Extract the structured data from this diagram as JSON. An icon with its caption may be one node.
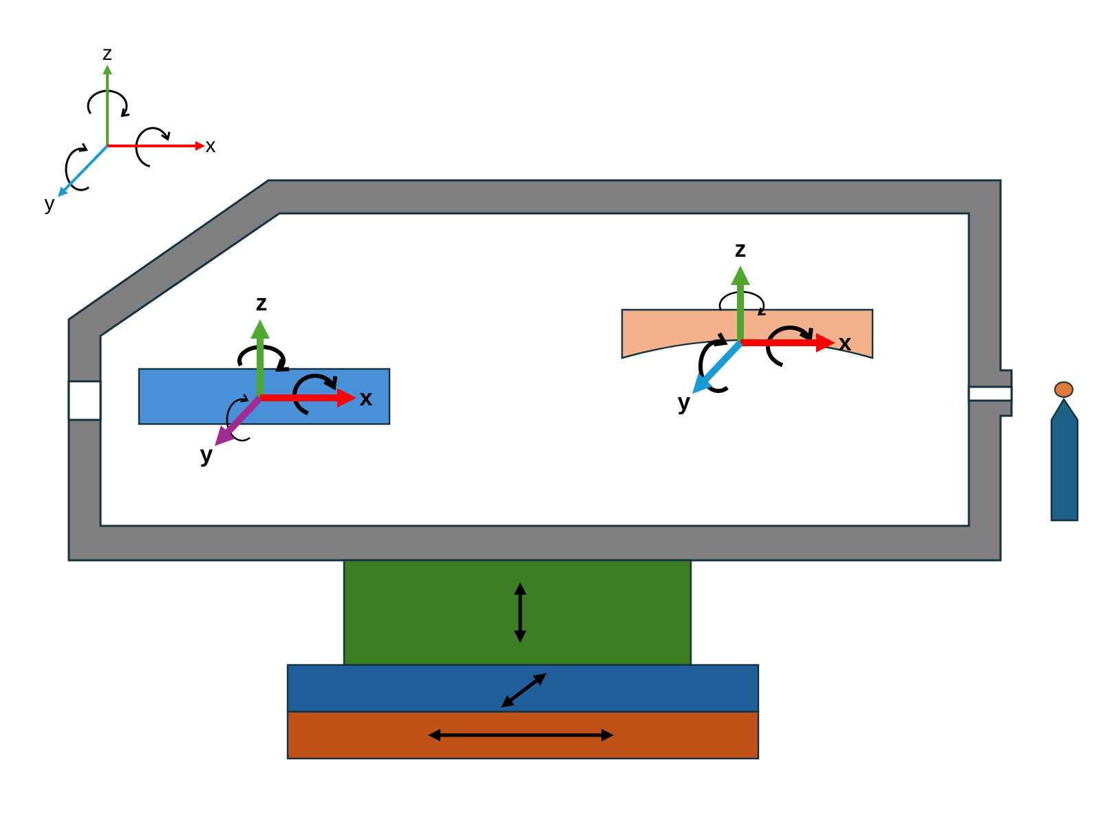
{
  "diagram": {
    "labels": [
      "z",
      "x",
      "y",
      "z",
      "x",
      "y",
      "z",
      "x",
      "y"
    ]
  }
}
